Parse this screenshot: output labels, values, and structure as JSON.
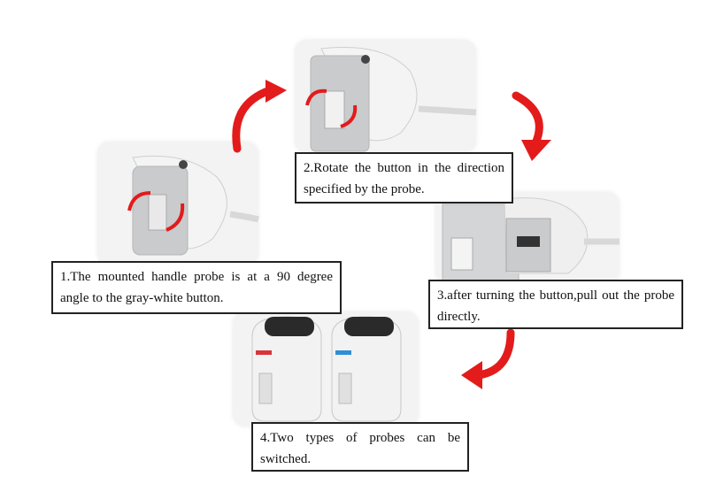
{
  "steps": [
    {
      "label": "1.The mounted handle probe is at a 90 degree angle to the gray-white button."
    },
    {
      "label": "2.Rotate the button in the direction specified by the probe."
    },
    {
      "label": "3.after turning the button,pull out the probe directly."
    },
    {
      "label": "4.Two types of probes can be switched."
    }
  ],
  "colors": {
    "arrow": "#e31b1b",
    "probe_gray": "#c9cbcd",
    "probe_white": "#eeeeee",
    "accent_red": "#d9343a",
    "accent_blue": "#2f8ed6"
  }
}
